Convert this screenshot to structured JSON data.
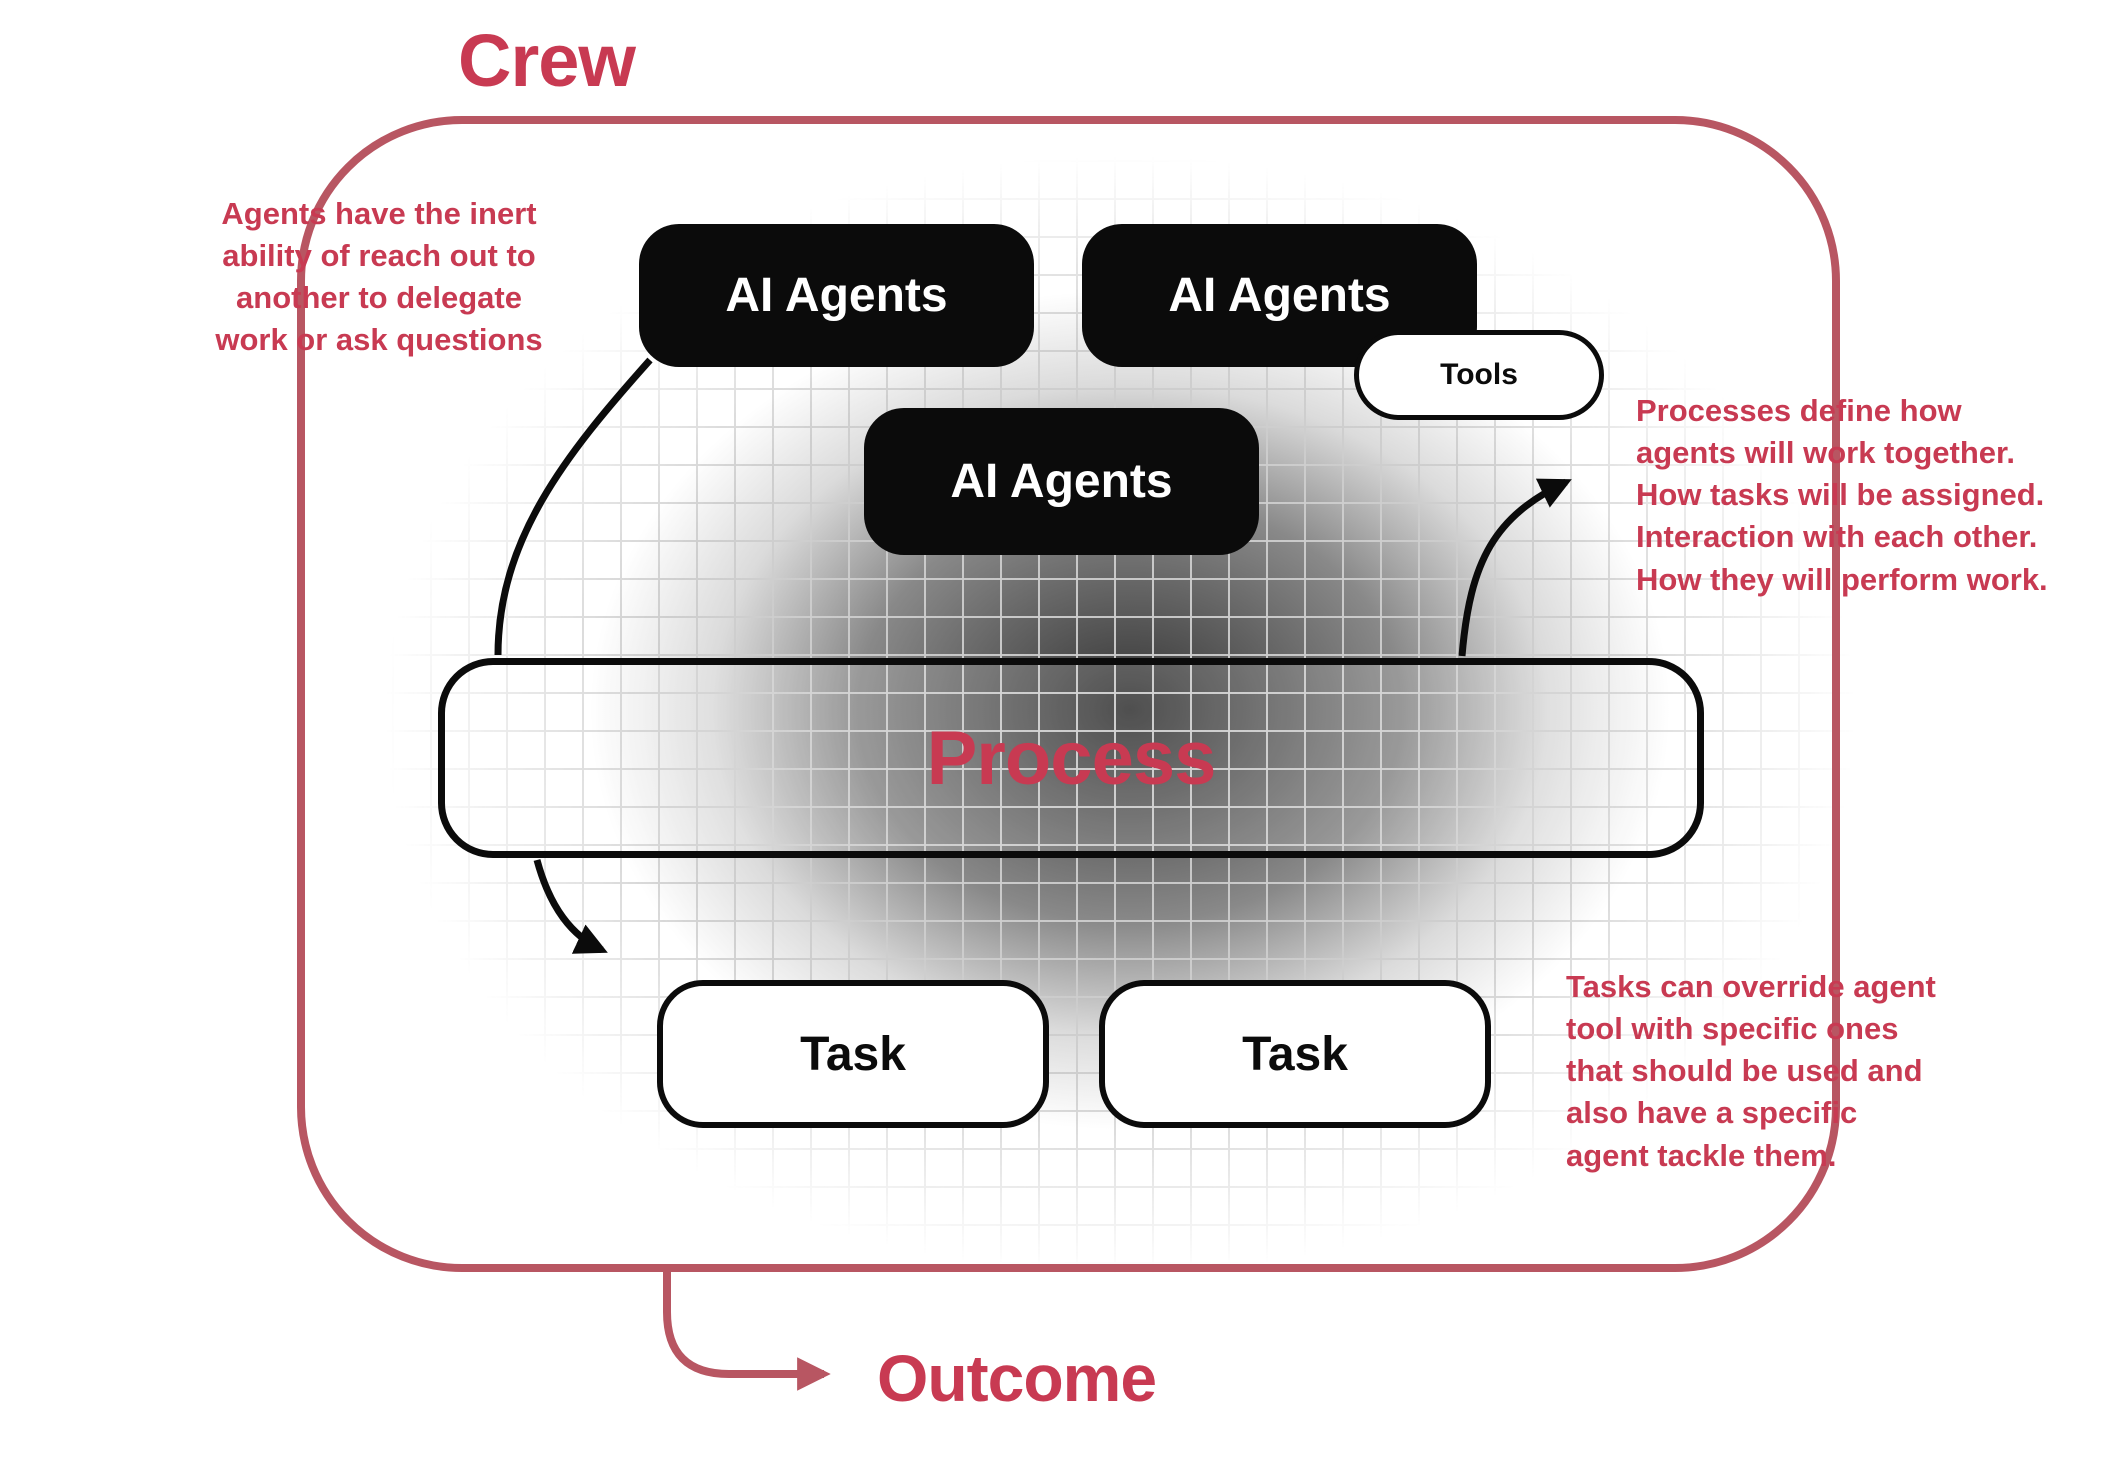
{
  "colors": {
    "accent": "#c83a52",
    "crew_border": "#b85662",
    "node_black": "#0b0b0b",
    "grid_line": "#cdcdcd"
  },
  "crew": {
    "label": "Crew"
  },
  "agents": {
    "agent1_label": "AI Agents",
    "agent2_label": "AI Agents",
    "agent3_label": "AI Agents"
  },
  "tools": {
    "label": "Tools"
  },
  "process": {
    "label": "Process"
  },
  "tasks": {
    "task1_label": "Task",
    "task2_label": "Task"
  },
  "outcome": {
    "label": "Outcome"
  },
  "annotations": {
    "delegation": "Agents have the inert\nability of reach out to\nanother to delegate\nwork or ask questions",
    "process_note": "Processes define how\nagents will work together.\nHow tasks will be assigned.\nInteraction with each other.\nHow they will perform work.",
    "task_note": "Tasks can override agent\ntool with specific ones\nthat should be used and\nalso have a specific\nagent tackle them."
  }
}
